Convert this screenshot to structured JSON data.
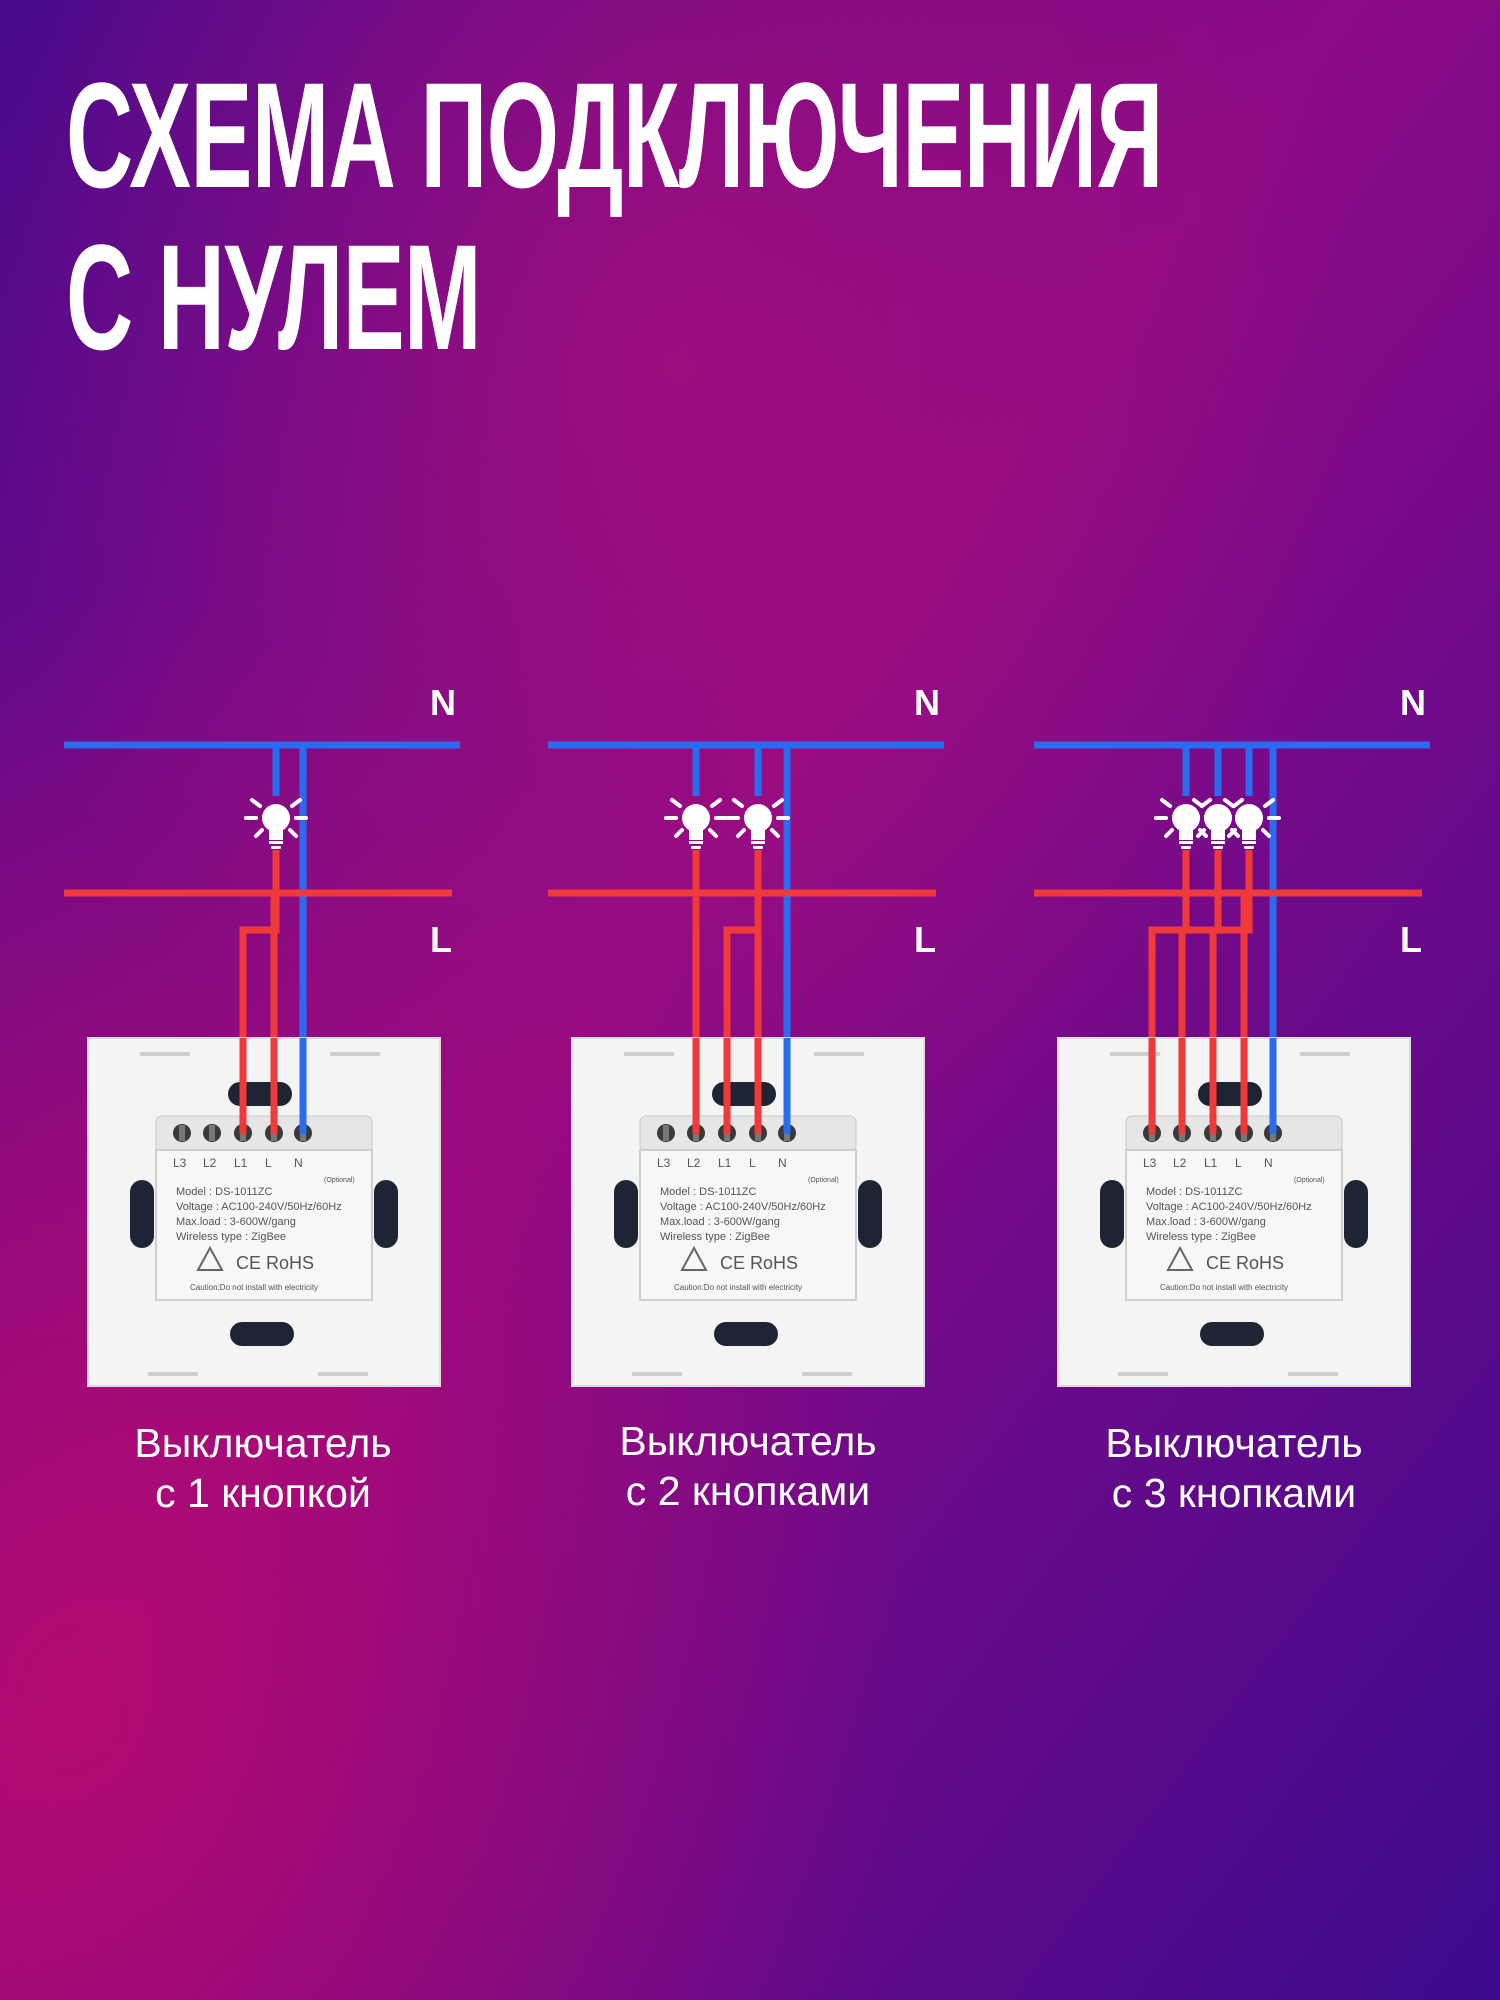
{
  "title": [
    "СХЕМА ПОДКЛЮЧЕНИЯ",
    "С НУЛЕМ"
  ],
  "colors": {
    "background_from": "#4a0a8c",
    "background_mid": "#8e0a86",
    "background_to": "#b80a6f",
    "neutral_wire": "#2a6cf0",
    "live_wire": "#f03a3a",
    "text": "#ffffff",
    "switch_body": "#f4f4f4"
  },
  "line_labels": {
    "neutral": "N",
    "live": "L"
  },
  "switch_label": {
    "terminals": [
      "L3",
      "L2",
      "L1",
      "L",
      "N"
    ],
    "optional": "(Optional)",
    "model": "Model : DS-1011ZC",
    "voltage": "Voltage : AC100-240V/50Hz/60Hz",
    "max_load": "Max.load : 3-600W/gang",
    "wireless": "Wireless type : ZigBee",
    "marks": "CE RoHS",
    "caution": "Caution:Do not install with electricity"
  },
  "panels": [
    {
      "gangs": 1,
      "caption": [
        "Выключатель",
        "с 1 кнопкой"
      ]
    },
    {
      "gangs": 2,
      "caption": [
        "Выключатель",
        "с 2 кнопками"
      ]
    },
    {
      "gangs": 3,
      "caption": [
        "Выключатель",
        "с 3 кнопками"
      ]
    }
  ]
}
